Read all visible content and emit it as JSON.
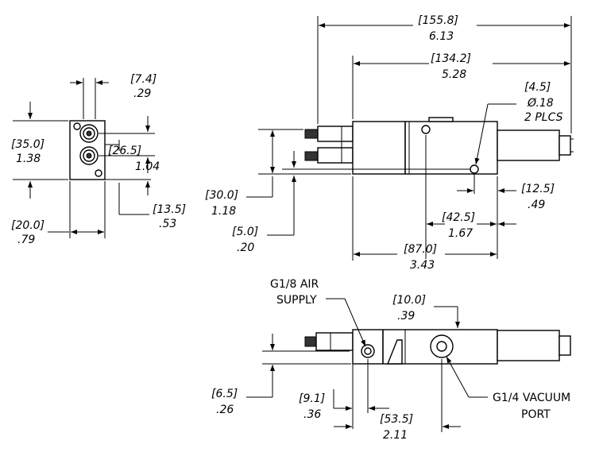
{
  "dimensions": {
    "front_width": {
      "mm": "[7.4]",
      "in": ".29"
    },
    "front_height": {
      "mm": "[35.0]",
      "in": "1.38"
    },
    "front_hole_spacing": {
      "mm": "[26.5]",
      "in": "1.04"
    },
    "front_hole_offset": {
      "mm": "[13.5]",
      "in": ".53"
    },
    "front_depth": {
      "mm": "[20.0]",
      "in": ".79"
    },
    "overall_length": {
      "mm": "[155.8]",
      "in": "6.13"
    },
    "body_length": {
      "mm": "[134.2]",
      "in": "5.28"
    },
    "mount_hole": {
      "mm": "[4.5]",
      "in": "Ø.18",
      "note": "2 PLCS"
    },
    "side_height": {
      "mm": "[30.0]",
      "in": "1.18"
    },
    "hole_from_bottom": {
      "mm": "[5.0]",
      "in": ".20"
    },
    "hole_from_end": {
      "mm": "[12.5]",
      "in": ".49"
    },
    "hole_spacing": {
      "mm": "[42.5]",
      "in": "1.67"
    },
    "block_length": {
      "mm": "[87.0]",
      "in": "3.43"
    },
    "top_offset": {
      "mm": "[10.0]",
      "in": ".39"
    },
    "bottom_height": {
      "mm": "[6.5]",
      "in": ".26"
    },
    "air_port_offset": {
      "mm": "[9.1]",
      "in": ".36"
    },
    "vacuum_port_offset": {
      "mm": "[53.5]",
      "in": "2.11"
    }
  },
  "callouts": {
    "air_supply_line1": "G1/8 AIR",
    "air_supply_line2": "SUPPLY",
    "vacuum_port_line1": "G1/4 VACUUM",
    "vacuum_port_line2": "PORT"
  }
}
